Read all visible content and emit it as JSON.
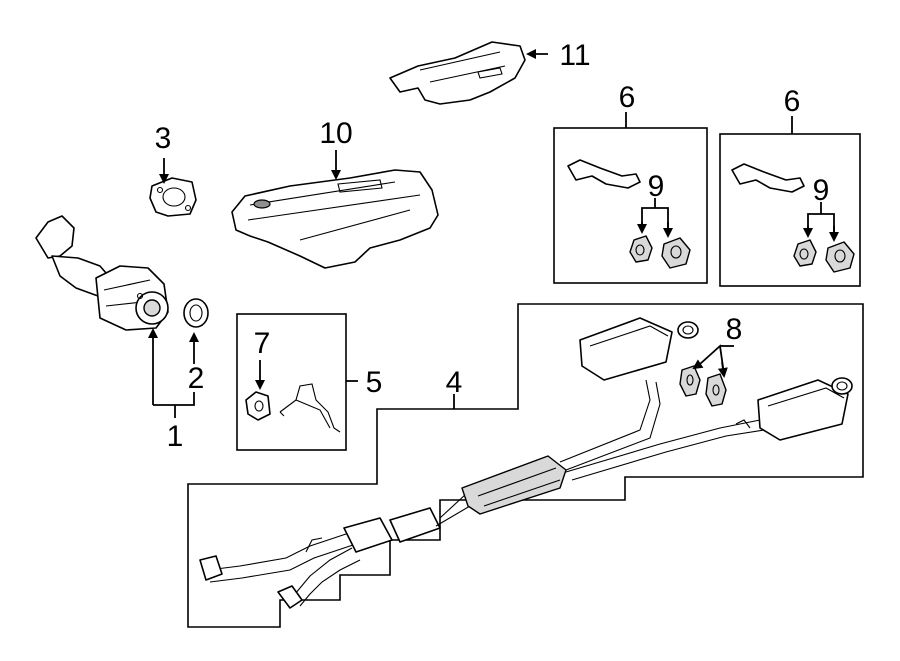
{
  "callouts": {
    "c1": "1",
    "c2": "2",
    "c3": "3",
    "c4": "4",
    "c5": "5",
    "c6a": "6",
    "c6b": "6",
    "c7": "7",
    "c8": "8",
    "c9a": "9",
    "c9b": "9",
    "c10": "10",
    "c11": "11"
  },
  "colors": {
    "line": "#000000",
    "background": "#ffffff",
    "shading": "#d9d9d9"
  }
}
